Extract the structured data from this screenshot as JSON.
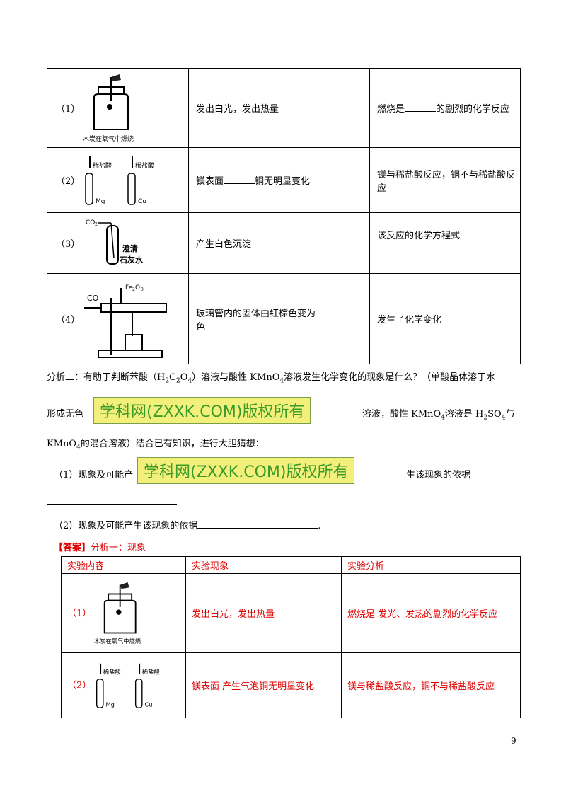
{
  "table1": {
    "rows": [
      {
        "num": "（1）",
        "img_label": "木炭在氧气中燃烧",
        "phenomenon": "发出白光，发出热量",
        "analysis_a": "燃烧是",
        "analysis_b": "的剧烈的化学反应"
      },
      {
        "num": "（2）",
        "img_labels": [
          "稀盐酸",
          "稀盐酸",
          "Mg",
          "Cu"
        ],
        "phenomenon_a": "镁表面",
        "phenomenon_b": "铜无明显变化",
        "analysis": "镁与稀盐酸反应，铜不与稀盐酸反应"
      },
      {
        "num": "（3）",
        "img_labels": [
          "CO",
          "澄清",
          "石灰水"
        ],
        "phenomenon": "产生白色沉淀",
        "analysis": "该反应的化学方程式"
      },
      {
        "num": "（4）",
        "img_labels": [
          "CO",
          "Fe",
          "O"
        ],
        "phenomenon_a": "玻璃管内的固体由红棕色变为",
        "phenomenon_b": "色",
        "analysis": "发生了化学变化"
      }
    ]
  },
  "analysis2": {
    "line1_a": "分析二：有助于判断苯酸（H",
    "line1_b": "C",
    "line1_c": "O",
    "line1_d": "）溶液与酸性 KMnO",
    "line1_e": "溶液发生化学变化的现象是什么？（单酸晶体溶于水",
    "line2_a": "形成无色",
    "line2_b": "溶液，酸性 KMnO",
    "line2_c": "溶液是 H",
    "line2_d": "SO",
    "line2_e": "与",
    "line3_a": "KMnO",
    "line3_b": "的混合溶液）结合已有知识，进行大胆猜想：",
    "q1_a": "（1）现象及可能产",
    "q1_b": "生该现象的依据",
    "q2": "（2）现象及可能产生该现象的依据",
    "q2_end": "."
  },
  "watermark": "学科网(ZXXK.COM)版权所有",
  "answer": {
    "bracket": "【答案】",
    "text": "分析一：现象"
  },
  "table2": {
    "headers": [
      "实验内容",
      "实验现象",
      "实验分析"
    ],
    "rows": [
      {
        "num": "（1）",
        "img_label": "木炭在氧气中燃烧",
        "phenomenon": "发出白光，发出热量",
        "analysis": "燃烧是  发光、发热的剧烈的化学反应"
      },
      {
        "num": "（2）",
        "img_labels": [
          "稀盐酸",
          "稀盐酸",
          "Mg",
          "Cu"
        ],
        "phenomenon": "镁表面  产生气泡铜无明显变化",
        "analysis": "镁与稀盐酸反应，铜不与稀盐酸反应"
      }
    ]
  },
  "subscripts": {
    "two": "2",
    "four": "4",
    "three": "3"
  },
  "page_number": "9"
}
